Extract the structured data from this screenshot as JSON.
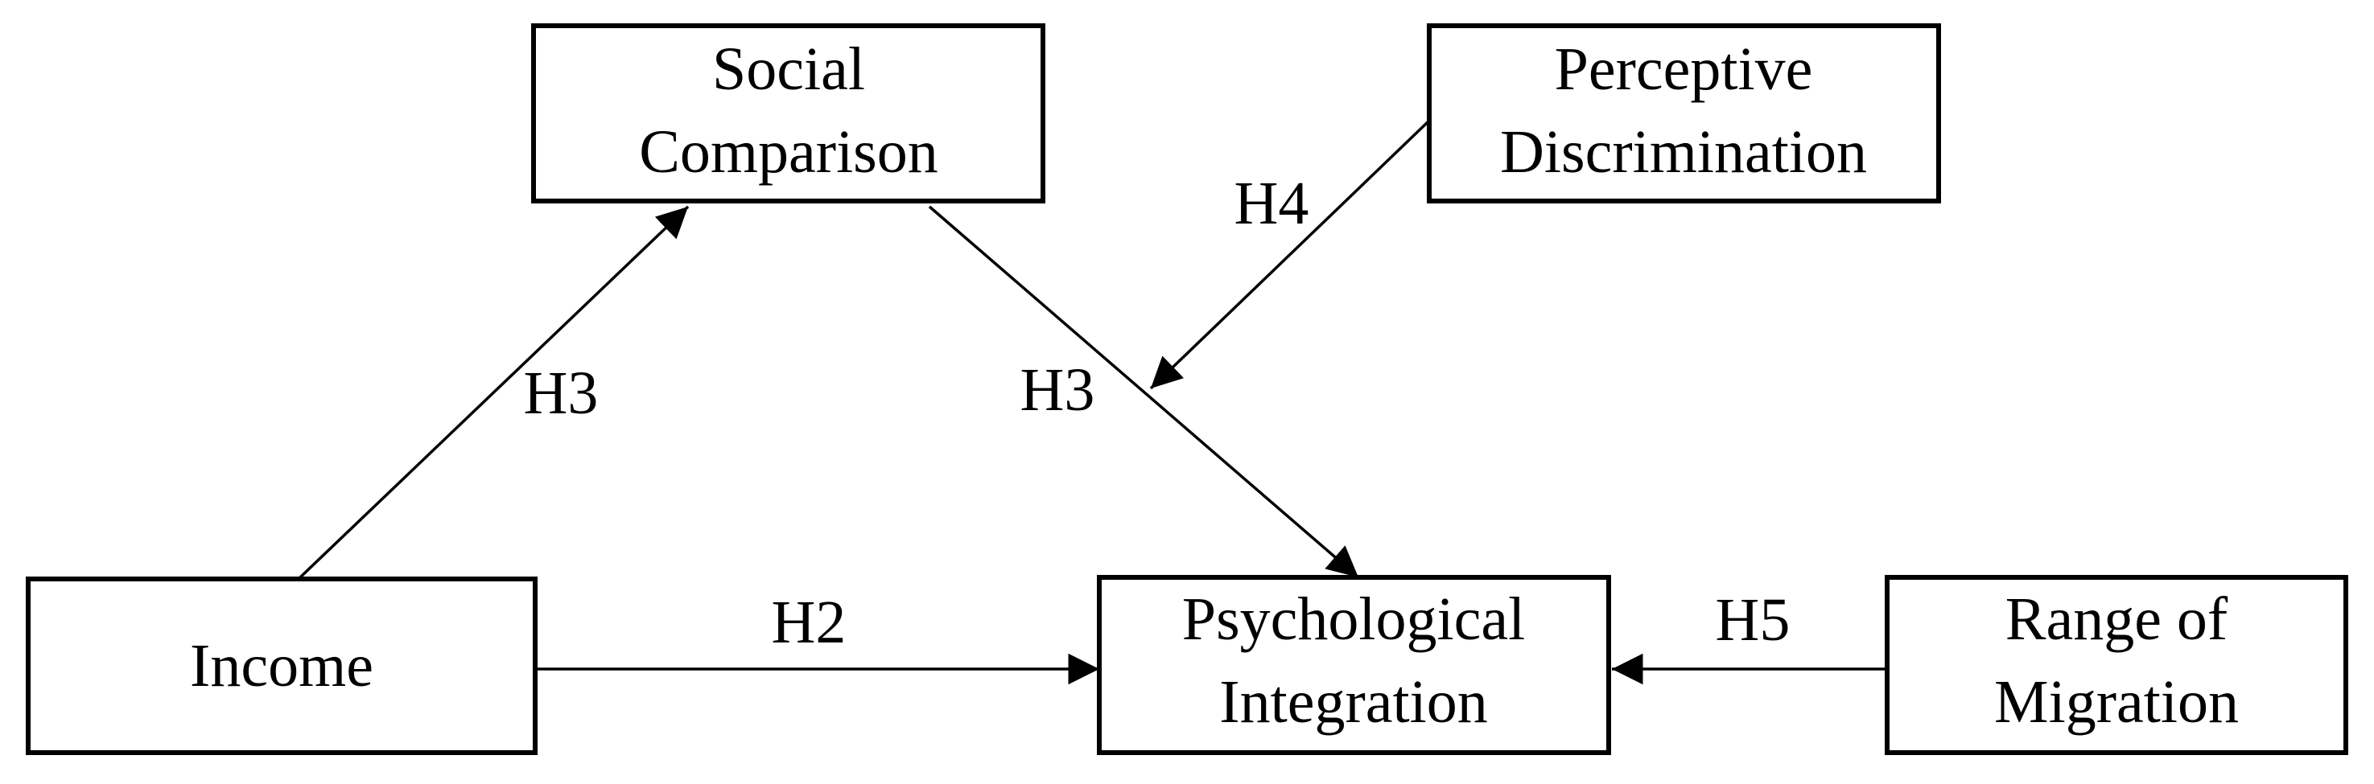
{
  "nodes": {
    "social_comparison": {
      "line1": "Social",
      "line2": "Comparison"
    },
    "perceptive_discrimination": {
      "line1": "Perceptive",
      "line2": "Discrimination"
    },
    "income": {
      "label": "Income"
    },
    "psychological_integration": {
      "line1": "Psychological",
      "line2": "Integration"
    },
    "range_of_migration": {
      "line1": "Range of",
      "line2": "Migration"
    }
  },
  "edges": {
    "income_to_social_comparison": {
      "label": "H3"
    },
    "social_comparison_to_psych": {
      "label": "H3"
    },
    "discrimination_moderation": {
      "label": "H4"
    },
    "income_to_psych": {
      "label": "H2"
    },
    "migration_to_psych": {
      "label": "H5"
    }
  },
  "colors": {
    "stroke": "#000000",
    "background": "#ffffff"
  }
}
